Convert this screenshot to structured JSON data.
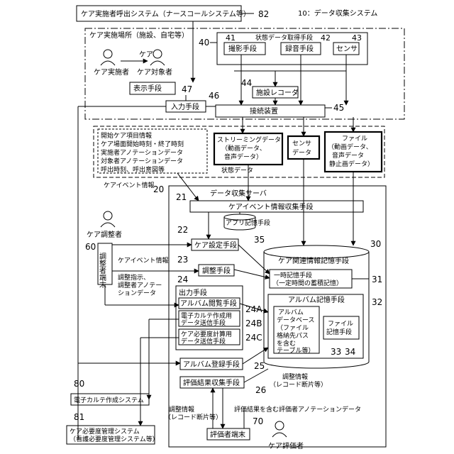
{
  "labels": {
    "nurse_call": "ケア実施者呼出システム（ナースコールシステム等）",
    "n82": "82",
    "system_title": "10：データ収集システム",
    "place": "ケア実施場所（施設、自宅等）",
    "n40": "40",
    "state_acq": "状態データ取得手段",
    "n41": "41",
    "n42": "42",
    "n43": "43",
    "camera": "撮影手段",
    "recorder": "録音手段",
    "sensor": "センサ",
    "care": "ケア",
    "caregiver": "ケア実施者",
    "care_target": "ケア対象者",
    "display": "表示手段",
    "n47": "47",
    "n44": "44",
    "facility_recorder": "施設レコーダ",
    "n46": "46",
    "input": "入力手段",
    "connector": "接続装置",
    "n45": "45",
    "care_item_lines": [
      "開始ケア項目情報",
      "ケア場面開始時刻・終了時刻",
      "実施者アノテーションデータ",
      "対象者アノテーションデータ",
      "呼出時刻、呼出意図等"
    ],
    "streaming_lines": [
      "ストリーミングデータ",
      "（動画データ、",
      "音声データ）"
    ],
    "sensor_data_lines": [
      "センサ",
      "データ"
    ],
    "file_lines": [
      "ファイル",
      "（動画データ、",
      "音声データ",
      "静止画データ）"
    ],
    "state_data": "状態データ",
    "care_event_info": "ケアイベント情報",
    "n20": "20",
    "server": "データ収集サーバ",
    "n21": "21",
    "event_collect": "ケアイベント情報収集手段",
    "app_storage": "アプリ記憶手段",
    "n35": "35",
    "coordinator": "ケア調整者",
    "n22": "22",
    "care_setting": "ケア設定手段",
    "n30": "30",
    "care_storage": "ケア関連情報記憶手段",
    "n60": "60",
    "terminal": "調整者端末",
    "care_event_info2": "ケアイベント情報",
    "n23": "23",
    "adjust": "調整手段",
    "temp_lines": [
      "一時記憶手段",
      "（一定時間の蓄積記憶）"
    ],
    "n31": "31",
    "adjust_lines": [
      "調整指示、",
      "調整者アノテー",
      "ションデータ"
    ],
    "n24": "24",
    "output": "出力手段",
    "album_storage": "アルバム記憶手段",
    "n32": "32",
    "album_view": "アルバム閲覧手段",
    "n24A": "24A",
    "ehr_lines": [
      "電子カルテ作成用",
      "データ送信手段"
    ],
    "n24B": "24B",
    "nursing_lines": [
      "ケア必要度計算用",
      "データ送信手段"
    ],
    "n24C": "24C",
    "album_db_lines": [
      "アルバム",
      "データベース",
      "（ファイル",
      "格納先パス",
      "を含む",
      "テーブル等）"
    ],
    "n33": "33",
    "file_storage_lines": [
      "ファイル",
      "記憶手段"
    ],
    "n34": "34",
    "album_reg": "アルバム登録手段",
    "n25": "25",
    "n80": "80",
    "ehr_system": "電子カルテ作成システム",
    "adj_info_lines": [
      "調整情報",
      "（レコード断片等）"
    ],
    "eval_collect": "評価結果収集手段",
    "n26": "26",
    "n81": "81",
    "nursing_sys_lines": [
      "ケア必要度管理システム",
      "（看護必要度管理システム等）"
    ],
    "adj_info2_lines": [
      "調整情報",
      "（レコード断片等）"
    ],
    "eval_annot": "評価結果を含む評価者アノテーションデータ",
    "n70": "70",
    "evaluator_terminal": "評価者端末",
    "evaluator": "ケア評価者"
  }
}
